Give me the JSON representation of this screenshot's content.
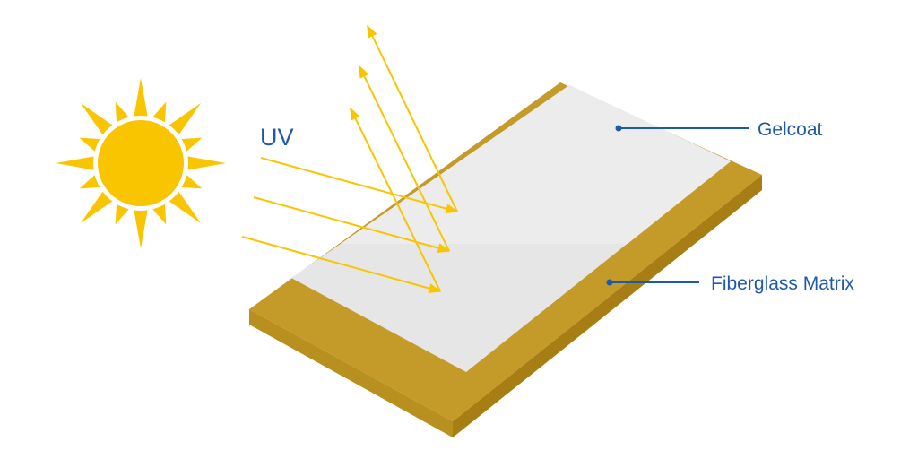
{
  "labels": {
    "uv": "UV",
    "gelcoat": "Gelcoat",
    "fiberglass": "Fiberglass Matrix"
  },
  "colors": {
    "sun": "#f8c500",
    "rays": "#f8c500",
    "gelcoat": "#e8e8e8",
    "fiberglass_top": "#c49a28",
    "fiberglass_side_dark": "#a77e14",
    "fiberglass_side_light": "#b88e22",
    "label_text": "#1f5aa8"
  },
  "icons": {
    "sun": "sun-icon"
  }
}
